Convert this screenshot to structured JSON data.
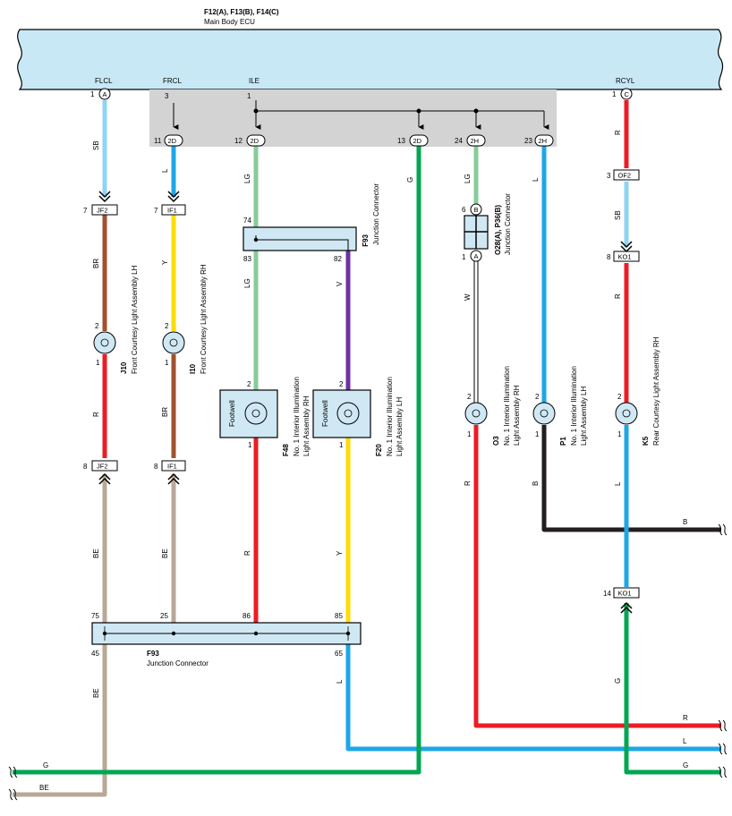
{
  "colors": {
    "SB": "#8fd3f4",
    "L": "#1ea7e6",
    "BR": "#a0522d",
    "Y": "#ffdd00",
    "R": "#ec1c24",
    "BE": "#b8a898",
    "LG": "#86cc99",
    "G": "#00a651",
    "V": "#7030a0",
    "W": "#ffffff",
    "B": "#231f20",
    "ecu_fill": "#c9e8f6",
    "gray_box": "#d3d3d3",
    "connector_fill": "#cfe8f4"
  },
  "ecu": {
    "codes": "F12(A), F13(B), F14(C)",
    "name": "Main Body ECU",
    "pins": [
      {
        "name": "FLCL",
        "num": "1",
        "conn": "A"
      },
      {
        "name": "FRCL",
        "num": "3",
        "conn": ""
      },
      {
        "name": "ILE",
        "num": "1",
        "conn": ""
      },
      {
        "name": "RCYL",
        "num": "1",
        "conn": "C"
      }
    ]
  },
  "gray_pins": [
    {
      "num": "11",
      "conn": "2D"
    },
    {
      "num": "12",
      "conn": "2D"
    },
    {
      "num": "13",
      "conn": "2D"
    },
    {
      "num": "24",
      "conn": "2H"
    },
    {
      "num": "23",
      "conn": "2H"
    }
  ],
  "inline_connectors": [
    {
      "pin": "7",
      "code": "JF2"
    },
    {
      "pin": "7",
      "code": "IF1"
    },
    {
      "pin": "8",
      "code": "JF2"
    },
    {
      "pin": "8",
      "code": "IF1"
    },
    {
      "pin": "3",
      "code": "OF2"
    },
    {
      "pin": "8",
      "code": "KO1"
    },
    {
      "pin": "14",
      "code": "KO1"
    }
  ],
  "junction_top": {
    "code": "F93",
    "name": "Junction Connector",
    "pin_left": "74",
    "pin_bl": "83",
    "pin_br": "82"
  },
  "junction_bottom": {
    "code": "F93",
    "name": "Junction Connector",
    "pins_top": [
      "75",
      "25",
      "86",
      "85"
    ],
    "pin_bl": "45",
    "pin_br": "65"
  },
  "junction_mid": {
    "codes": "O28(A), P36(B)",
    "name": "Junction Connector",
    "pin_top": "6",
    "conn_top": "B",
    "pin_bottom": "1",
    "conn_bottom": "A"
  },
  "lamps": [
    {
      "code": "J10",
      "name": "Front Courtesy Light Assembly LH",
      "pin_top": "2",
      "pin_bottom": "1"
    },
    {
      "code": "I10",
      "name": "Front Courtesy Light Assembly RH",
      "pin_top": "2",
      "pin_bottom": "1"
    },
    {
      "code": "F48",
      "line1": "No. 1 Interior Illumination",
      "line2": "Light Assembly RH",
      "box_label": "Footwell",
      "pin_top": "2",
      "pin_bottom": "1"
    },
    {
      "code": "F20",
      "line1": "No. 1 Interior Illumination",
      "line2": "Light Assembly LH",
      "box_label": "Footwell",
      "pin_top": "2",
      "pin_bottom": "1"
    },
    {
      "code": "O3",
      "line1": "No. 1 Interior Illumination",
      "line2": "Light Assembly RH",
      "pin_top": "2",
      "pin_bottom": "1"
    },
    {
      "code": "P1",
      "line1": "No. 1 Interior Illumination",
      "line2": "Light Assembly LH",
      "pin_top": "2",
      "pin_bottom": "1"
    },
    {
      "code": "K5",
      "name": "Rear Courtesy Light Assembly RH",
      "pin_top": "2",
      "pin_bottom": "1"
    }
  ],
  "wire_labels": {
    "SB": "SB",
    "L": "L",
    "LG": "LG",
    "G": "G",
    "R": "R",
    "BR": "BR",
    "Y": "Y",
    "V": "V",
    "W": "W",
    "BE": "BE",
    "B": "B"
  },
  "edge_labels": {
    "b_right": "B",
    "r_right": "R",
    "l_right": "L",
    "g_right": "G",
    "g_left": "G",
    "be_left": "BE"
  }
}
